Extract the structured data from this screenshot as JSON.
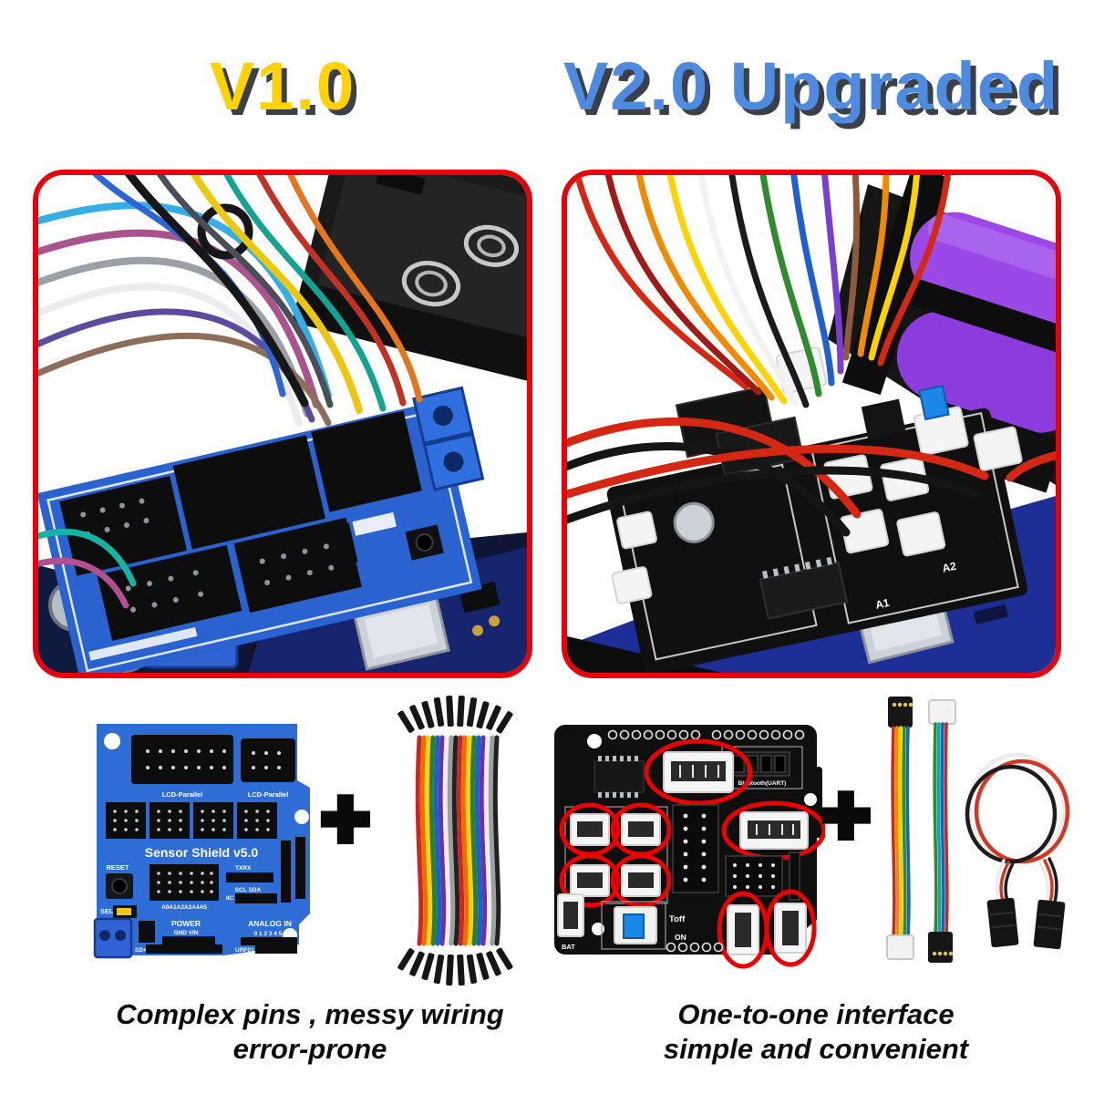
{
  "titles": {
    "v1": "V1.0",
    "v2": "V2.0 Upgraded"
  },
  "icons": {
    "plus_left": "+",
    "plus_right": "+"
  },
  "colors": {
    "v1_title": "#ffd200",
    "v2_title": "#4e8ade",
    "title_shadow": "#3b3f48",
    "photo_border": "#e8000b",
    "highlight_ring": "#ea0000",
    "battery_purple": "#9a49e6"
  },
  "blue_shield": {
    "lcd_left": "LCD-Parallel",
    "lcd_right": "LCD-Parallel",
    "title": "Sensor Shield v5.0",
    "reset": "RESET",
    "txrx": "TXRX",
    "iic": "IIC",
    "scl_sda": "SCL SDA",
    "analog_row": "A0A1A2A3A4A5",
    "sel": "SEL",
    "power": "POWER",
    "power_pins": "GND VIN",
    "analog_in": "ANALOG IN",
    "analog_numbers": "0 1 2 3 4 5",
    "sd": "SD+",
    "urf": "URF01"
  },
  "black_shield": {
    "bluetooth": "Bluetooth(UART)",
    "toff": "Toff",
    "on": "ON",
    "bat": "BAT",
    "a1": "A1",
    "a2": "A2"
  },
  "captions": {
    "v1_line1": "Complex pins , messy wiring",
    "v1_line2": "error-prone",
    "v2_line1": "One-to-one interface",
    "v2_line2": "simple and convenient"
  }
}
